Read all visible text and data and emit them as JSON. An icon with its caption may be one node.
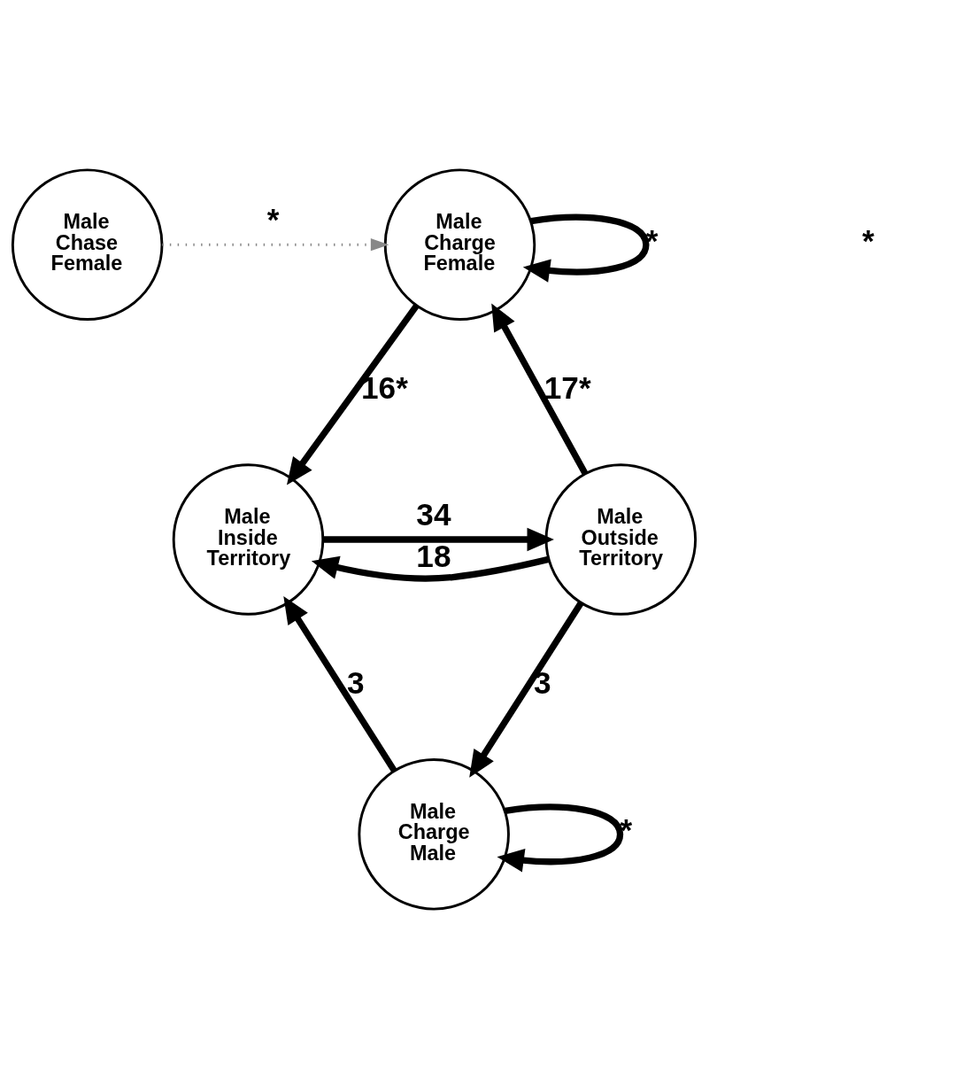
{
  "diagram": {
    "nodes": [
      {
        "text": [
          "Male Chase Female"
        ]
      },
      {
        "text": [
          "Male Charge Female"
        ]
      },
      {
        "text": [
          "Male Inside Territory"
        ]
      },
      {
        "text": [
          "Male Outside Territory"
        ]
      },
      {
        "text": [
          "Male Charge Male"
        ]
      }
    ],
    "edges": [
      {
        "from": 1,
        "to": 1,
        "arrow": "to",
        "label": "*"
      },
      {
        "from": 0,
        "to": 1,
        "arrow": "to",
        "label": "*",
        "style": "dashed",
        "color": "#888888"
      },
      {
        "from": 1,
        "to": 2,
        "arrow": "to",
        "label": "16*"
      },
      {
        "from": 3,
        "to": 1,
        "arrow": "to",
        "label": "17*"
      },
      {
        "from": 2,
        "to": 3,
        "arrow": "to",
        "label": "34"
      },
      {
        "from": 3,
        "to": 2,
        "arrow": "to",
        "label": "18"
      },
      {
        "from": 4,
        "to": 2,
        "arrow": "to",
        "label": "3"
      },
      {
        "from": 3,
        "to": 4,
        "arrow": "to",
        "label": "3"
      },
      {
        "from": 4,
        "to": 4,
        "arrow": "to",
        "label": "*"
      }
    ],
    "labels": [
      "*"
    ]
  }
}
